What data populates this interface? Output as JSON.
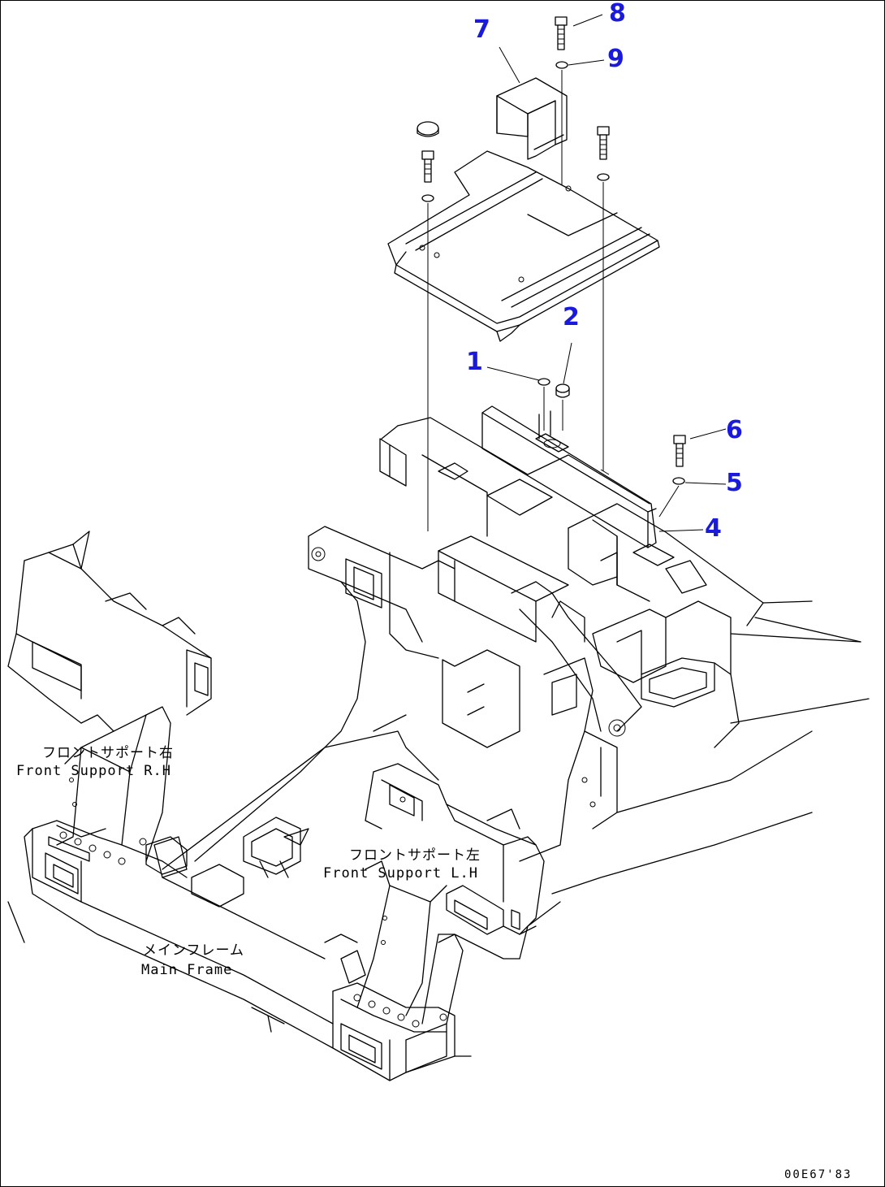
{
  "callouts": [
    {
      "id": "1",
      "label": "1"
    },
    {
      "id": "2",
      "label": "2"
    },
    {
      "id": "4",
      "label": "4"
    },
    {
      "id": "5",
      "label": "5"
    },
    {
      "id": "6",
      "label": "6"
    },
    {
      "id": "7",
      "label": "7"
    },
    {
      "id": "8",
      "label": "8"
    },
    {
      "id": "9",
      "label": "9"
    }
  ],
  "labels": {
    "front_support_rh_jp": "フロントサポート右",
    "front_support_rh_en": "Front Support R.H",
    "front_support_lh_jp": "フロントサポート左",
    "front_support_lh_en": "Front Support L.H",
    "main_frame_jp": "メインフレーム",
    "main_frame_en": "Main Frame"
  },
  "drawing_code": "00E67'83",
  "colors": {
    "callout": "#1a1adc",
    "line": "#000000"
  }
}
